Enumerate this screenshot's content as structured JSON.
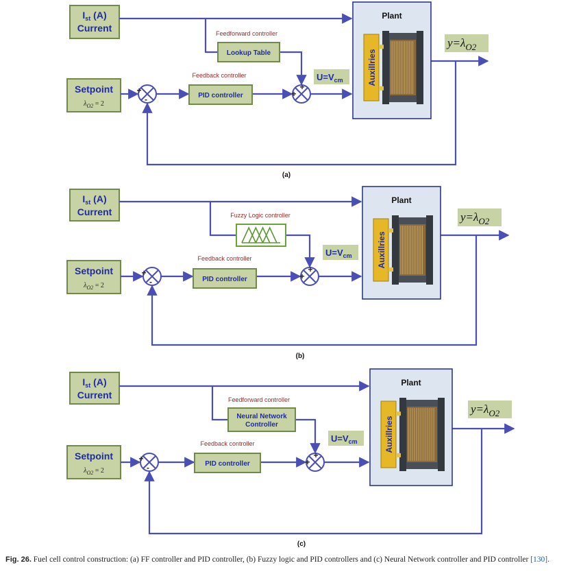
{
  "diagrams": [
    {
      "sublabel": "(a)",
      "current_box": {
        "line1_main": "I",
        "line1_sub": "st",
        "line1_rest": " (A)",
        "line2": "Current"
      },
      "setpoint_box": {
        "title": "Setpoint",
        "lambda_sub": "O2",
        "value": " = 2"
      },
      "ff_title": "Feedforward controller",
      "ff_block": [
        "Lookup Table"
      ],
      "fb_title": "Feedback controller",
      "pid_label": "PID controller",
      "u_label": "U=V",
      "u_sub": "cm",
      "plant_title": "Plant",
      "aux_label": "Auxillries",
      "y_label": "y=λ",
      "y_sub": "O2",
      "signs": {
        "sum1_top": "+",
        "sum1_bottom": "-",
        "sum2_left": "+",
        "sum2_top": "+"
      }
    },
    {
      "sublabel": "(b)",
      "current_box": {
        "line1_main": "I",
        "line1_sub": "st",
        "line1_rest": " (A)",
        "line2": "Current"
      },
      "setpoint_box": {
        "title": "Setpoint",
        "lambda_sub": "O2",
        "value": " = 2"
      },
      "ff_title": "Fuzzy Logic controller",
      "ff_block": [],
      "fb_title": "Feedback controller",
      "pid_label": "PID controller",
      "u_label": "U=V",
      "u_sub": "cm",
      "plant_title": "Plant",
      "aux_label": "Auxillries",
      "y_label": "y=λ",
      "y_sub": "O2",
      "signs": {
        "sum1_top": "+",
        "sum1_bottom": "-",
        "sum2_left": "+",
        "sum2_top": "+"
      }
    },
    {
      "sublabel": "(c)",
      "current_box": {
        "line1_main": "I",
        "line1_sub": "st",
        "line1_rest": " (A)",
        "line2": "Current"
      },
      "setpoint_box": {
        "title": "Setpoint",
        "lambda_sub": "O2",
        "value": " = 2"
      },
      "ff_title": "Feedforward controller",
      "ff_block": [
        "Neural Network",
        "Controller"
      ],
      "fb_title": "Feedback controller",
      "pid_label": "PID controller",
      "u_label": "U=V",
      "u_sub": "cm",
      "plant_title": "Plant",
      "aux_label": "Auxillries",
      "y_label": "y=λ",
      "y_sub": "O2",
      "signs": {
        "sum1_top": "+",
        "sum1_bottom": "-",
        "sum2_left": "+",
        "sum2_top": "+"
      }
    }
  ],
  "colors": {
    "line": "#4a4fb5",
    "box_fill": "#c8d3a5",
    "box_border": "#6f8a49",
    "text_blue": "#1f2aa6",
    "ff_title": "#9a2b2b",
    "plant_fill": "#dde5f0",
    "plant_border": "#2a3a88",
    "aux_fill": "#e6b828",
    "stack_dark": "#4a4f57",
    "stack_cell": "#8a6a3a"
  },
  "caption": {
    "fig_label": "Fig. 26.",
    "text": " Fuel cell control construction: (a) FF controller and PID controller, (b) Fuzzy logic and PID controllers and (c) Neural Network controller and PID controller ",
    "ref": "[130]",
    "end": "."
  }
}
